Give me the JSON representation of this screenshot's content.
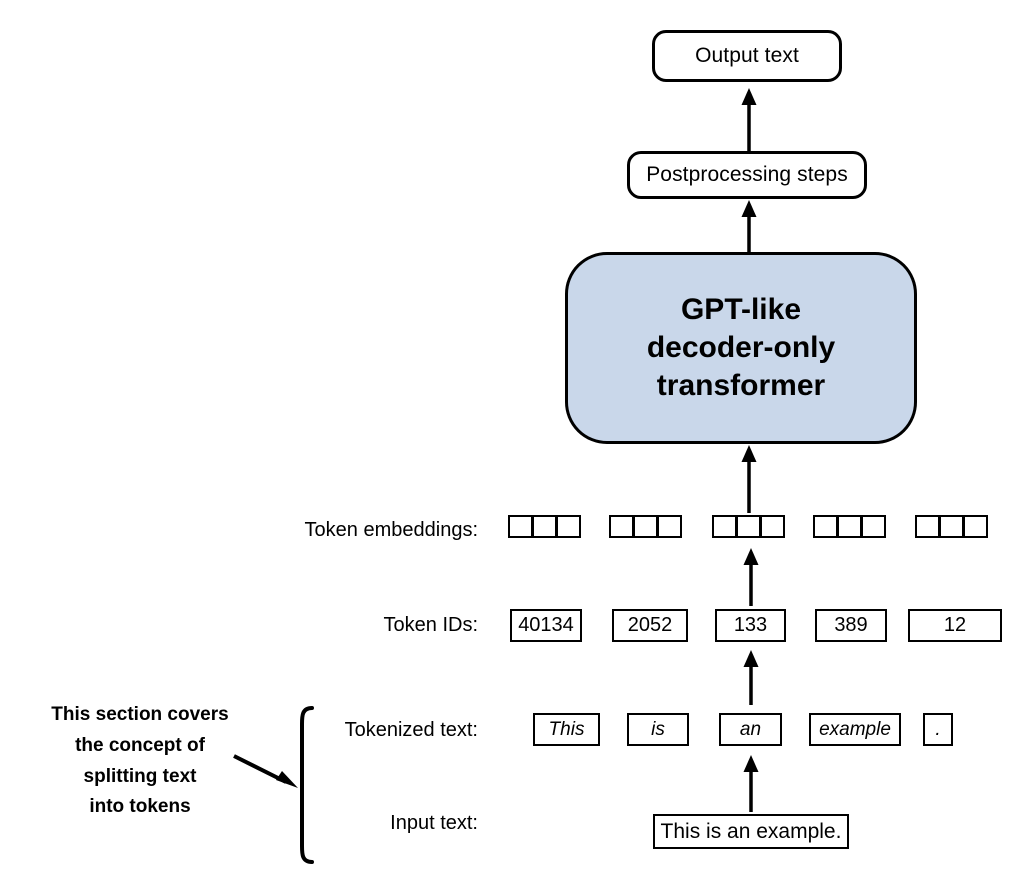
{
  "diagram": {
    "title_nodes": {
      "output_text": "Output text",
      "postprocessing": "Postprocessing steps",
      "model": "GPT-like\ndecoder-only\ntransformer"
    },
    "row_labels": {
      "token_embeddings": "Token embeddings:",
      "token_ids": "Token IDs:",
      "tokenized_text": "Tokenized text:",
      "input_text": "Input text:"
    },
    "token_ids": [
      "40134",
      "2052",
      "133",
      "389",
      "12"
    ],
    "tokenized_text": [
      "This",
      "is",
      "an",
      "example",
      "."
    ],
    "input_text": "This is an example.",
    "embedding_groups": [
      {
        "cells": 3
      },
      {
        "cells": 3
      },
      {
        "cells": 3
      },
      {
        "cells": 3
      },
      {
        "cells": 3
      }
    ],
    "annotation": "This section covers\nthe concept of\nsplitting text\ninto tokens",
    "colors": {
      "model_fill": "#c9d7ea",
      "stroke": "#000000",
      "background": "#ffffff"
    }
  }
}
